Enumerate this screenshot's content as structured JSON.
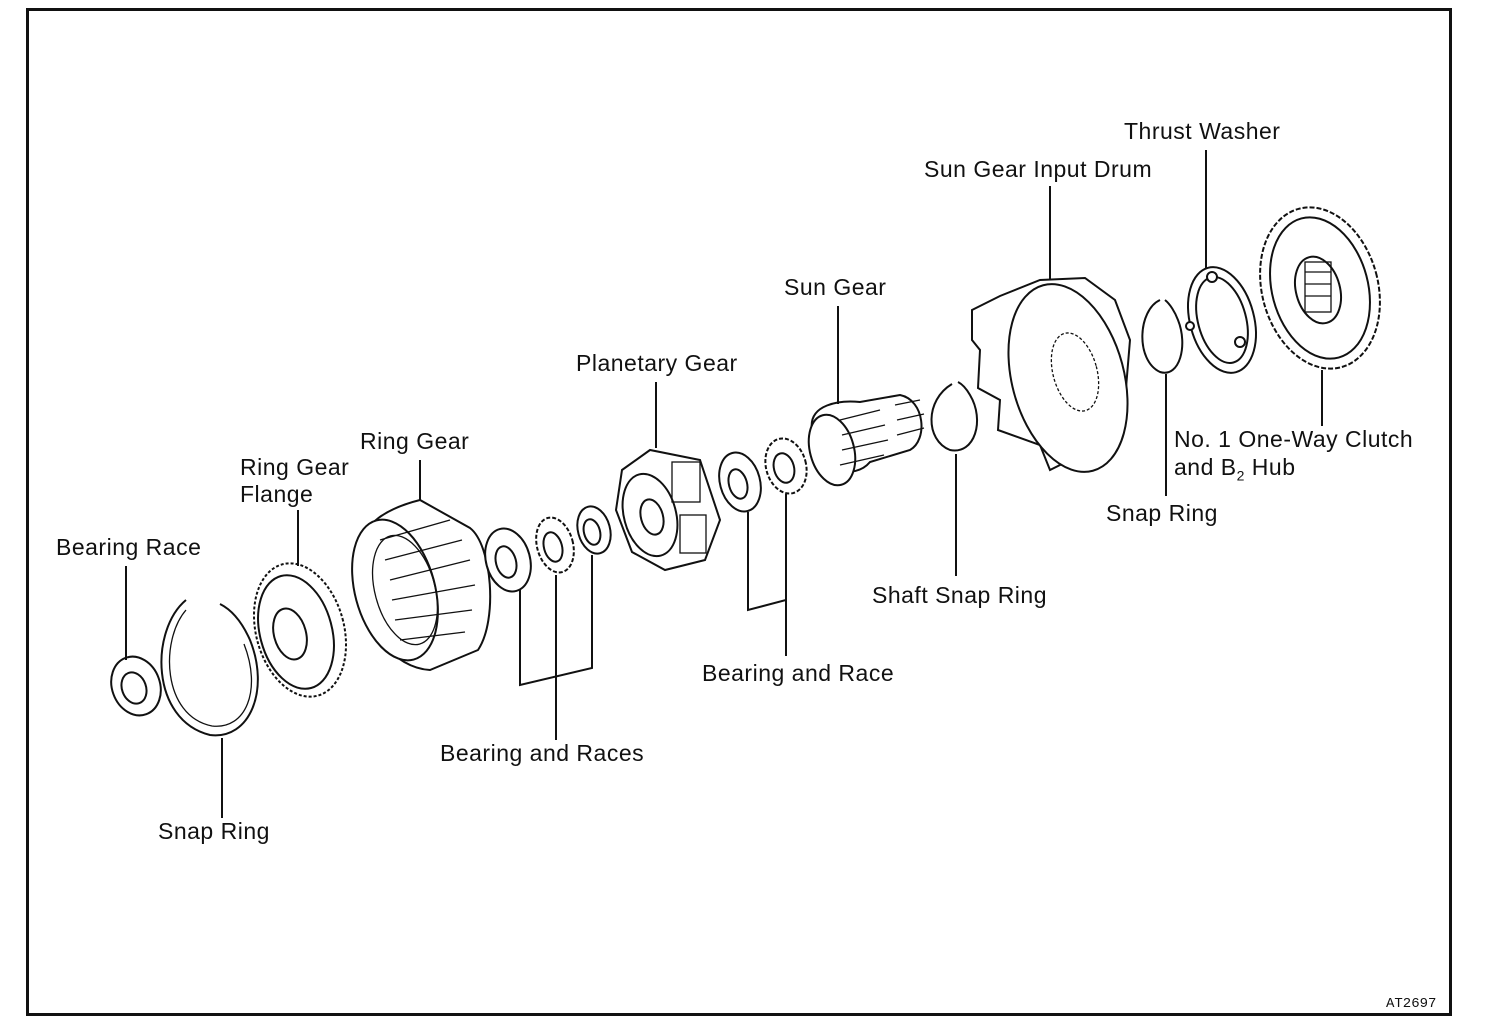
{
  "labels": {
    "thrust_washer": "Thrust Washer",
    "sun_gear_input_drum": "Sun Gear Input Drum",
    "sun_gear": "Sun Gear",
    "planetary_gear": "Planetary Gear",
    "ring_gear": "Ring Gear",
    "ring_gear_flange_1": "Ring Gear",
    "ring_gear_flange_2": "Flange",
    "bearing_race": "Bearing Race",
    "snap_ring_left": "Snap Ring",
    "bearing_and_races": "Bearing and Races",
    "bearing_and_race": "Bearing and Race",
    "shaft_snap_ring": "Shaft Snap Ring",
    "snap_ring_right": "Snap Ring",
    "one_way_clutch_1": "No. 1 One-Way Clutch",
    "one_way_clutch_2a": "and B",
    "one_way_clutch_sub": "2",
    "one_way_clutch_2b": " Hub"
  },
  "figure_code": "AT2697"
}
